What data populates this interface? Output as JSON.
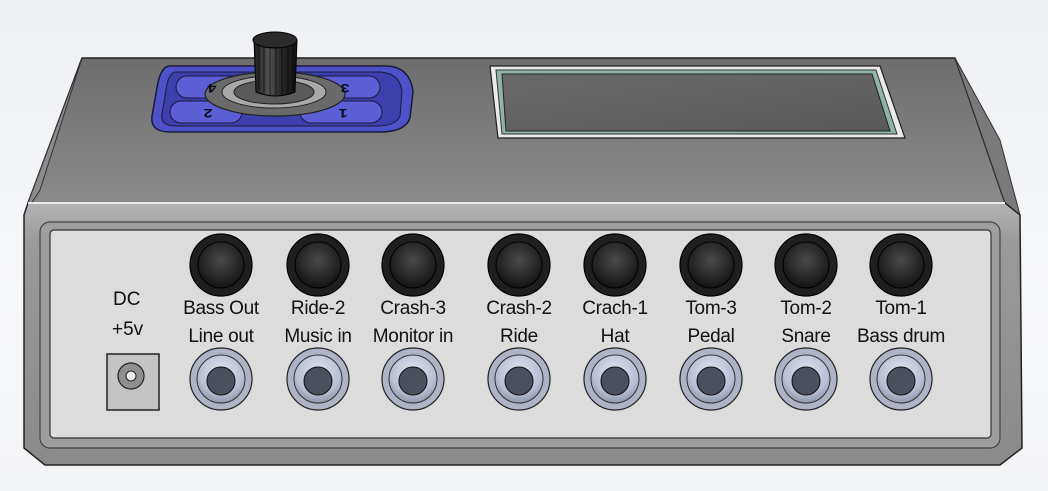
{
  "power": {
    "line1": "DC",
    "line2": "+5v"
  },
  "columns": [
    {
      "top": "Bass Out",
      "bottom": "Line out"
    },
    {
      "top": "Ride-2",
      "bottom": "Music in"
    },
    {
      "top": "Crash-3",
      "bottom": "Monitor in"
    },
    {
      "top": "Crash-2",
      "bottom": "Ride"
    },
    {
      "top": "Crach-1",
      "bottom": "Hat"
    },
    {
      "top": "Tom-3",
      "bottom": "Pedal"
    },
    {
      "top": "Tom-2",
      "bottom": "Snare"
    },
    {
      "top": "Tom-1",
      "bottom": "Bass drum"
    }
  ],
  "keypad": {
    "keys": [
      "4",
      "3",
      "2",
      "1"
    ]
  },
  "colors": {
    "body": "#8e8e8e",
    "panel": "#dcdcdc",
    "keypad": "#5a5fd6",
    "jack_top": "#2a2a2a",
    "jack_bottom": "#b9bfd4"
  }
}
